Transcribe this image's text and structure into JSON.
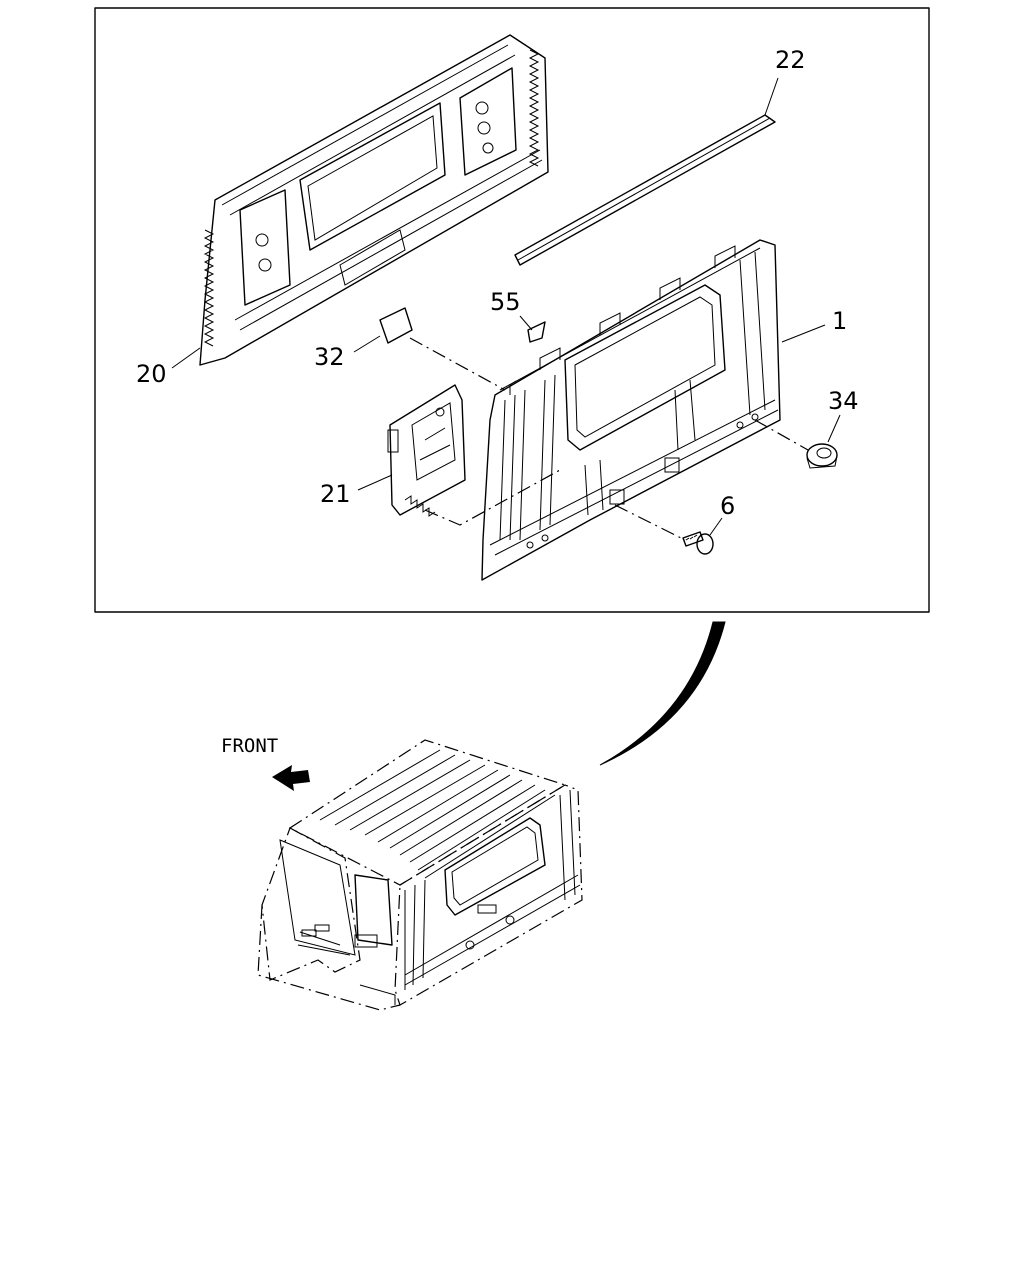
{
  "diagram": {
    "callouts": [
      {
        "id": "1",
        "label": "1"
      },
      {
        "id": "6",
        "label": "6"
      },
      {
        "id": "20",
        "label": "20"
      },
      {
        "id": "21",
        "label": "21"
      },
      {
        "id": "22",
        "label": "22"
      },
      {
        "id": "32",
        "label": "32"
      },
      {
        "id": "34",
        "label": "34"
      },
      {
        "id": "55",
        "label": "55"
      }
    ],
    "front_label": "FRONT"
  }
}
